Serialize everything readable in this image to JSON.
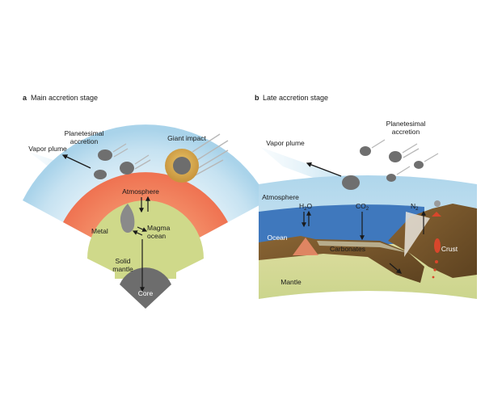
{
  "panel_a": {
    "letter": "a",
    "title": "Main accretion stage",
    "labels": {
      "planetesimal_1": "Planetesimal",
      "planetesimal_2": "accretion",
      "giant_impact": "Giant impact",
      "vapor_plume": "Vapor plume",
      "atmosphere": "Atmosphere",
      "metal": "Metal",
      "magma_1": "Magma",
      "magma_2": "ocean",
      "solid_1": "Solid",
      "solid_2": "mantle",
      "core": "Core"
    }
  },
  "panel_b": {
    "letter": "b",
    "title": "Late accretion stage",
    "labels": {
      "planetesimal_1": "Planetesimal",
      "planetesimal_2": "accretion",
      "vapor_plume": "Vapor plume",
      "atmosphere": "Atmosphere",
      "h2o_main": "H",
      "h2o_sub": "2",
      "h2o_end": "O",
      "co2_main": "CO",
      "co2_sub": "2",
      "n2_main": "N",
      "n2_sub": "2",
      "ocean": "Ocean",
      "carbonates": "Carbonates",
      "crust": "Crust",
      "mantle": "Mantle"
    }
  },
  "colors": {
    "atmosphere": "#d4ebf6",
    "magma_ocean": "#f08a63",
    "solid_mantle": "#cfd98a",
    "core": "#6d6d6d",
    "ocean": "#3f78bd",
    "crust": "#7a5a2c",
    "mantle_b": "#d6d99a"
  }
}
